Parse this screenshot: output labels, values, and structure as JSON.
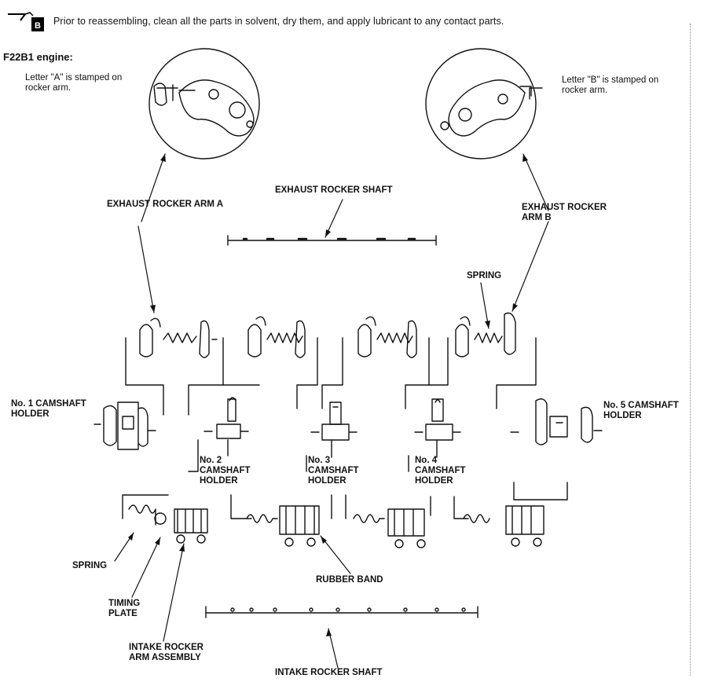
{
  "note": {
    "icon": "reassembly-note-icon",
    "text": "Prior to reassembling, clean all the parts in solvent, dry them, and apply lubricant to any contact parts."
  },
  "engine_title": "F22B1 engine:",
  "stamp_notes": {
    "a": "Letter \"A\" is stamped on rocker arm.",
    "b": "Letter \"B\" is stamped on rocker arm."
  },
  "labels": {
    "exhaust_rocker_arm_a": "EXHAUST ROCKER ARM A",
    "exhaust_rocker_shaft": "EXHAUST ROCKER SHAFT",
    "exhaust_rocker_arm_b": "EXHAUST ROCKER ARM B",
    "spring_top": "SPRING",
    "holder_1": "No. 1 CAMSHAFT HOLDER",
    "holder_2": "No. 2 CAMSHAFT HOLDER",
    "holder_3": "No. 3 CAMSHAFT HOLDER",
    "holder_4": "No. 4 CAMSHAFT HOLDER",
    "holder_5": "No. 5 CAMSHAFT HOLDER",
    "spring_bottom": "SPRING",
    "timing_plate": "TIMING PLATE",
    "intake_rocker_arm_assembly": "INTAKE ROCKER ARM ASSEMBLY",
    "rubber_band": "RUBBER BAND",
    "intake_rocker_shaft": "INTAKE ROCKER SHAFT"
  }
}
